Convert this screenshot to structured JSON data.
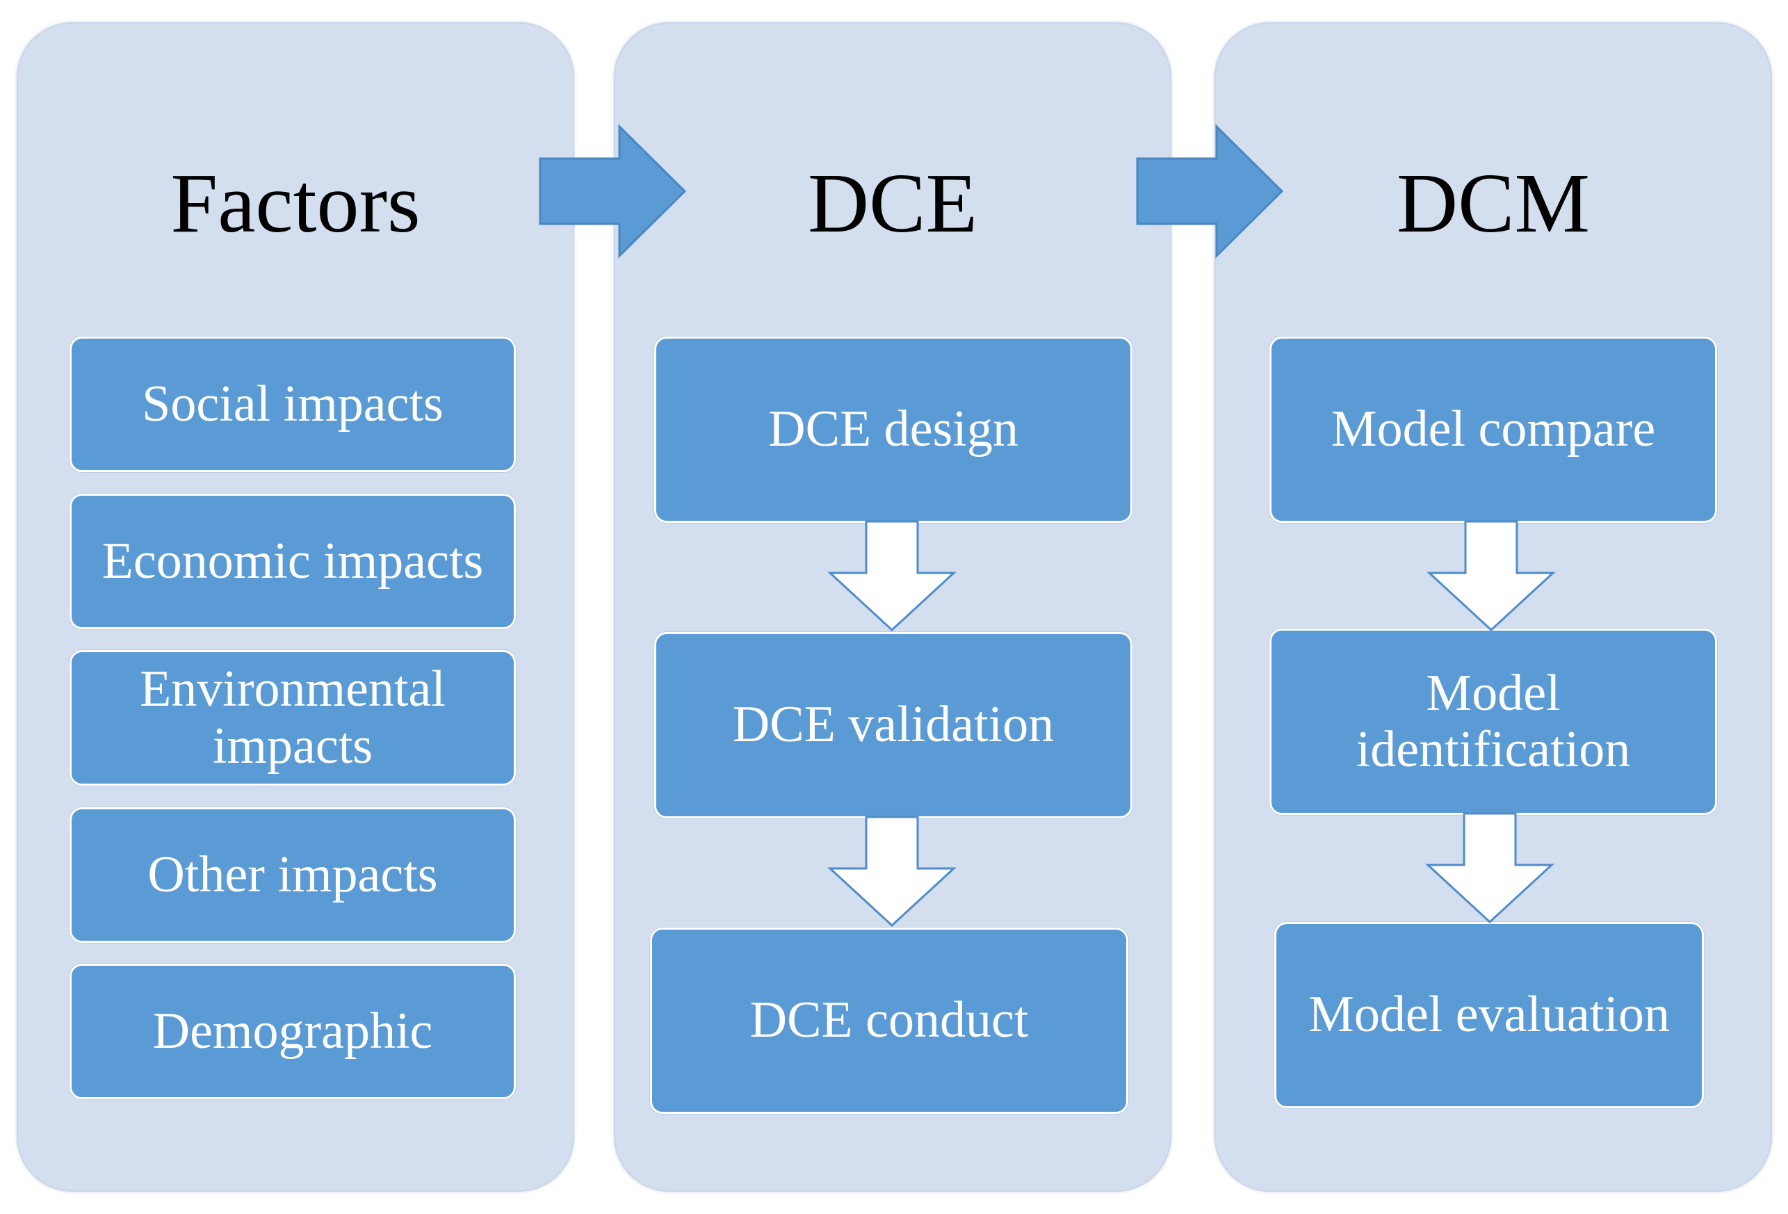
{
  "columns": [
    {
      "title": "Factors",
      "items": [
        "Social impacts",
        "Economic impacts",
        "Environmental impacts",
        "Other impacts",
        "Demographic"
      ]
    },
    {
      "title": "DCE",
      "items": [
        "DCE design",
        "DCE validation",
        "DCE conduct"
      ]
    },
    {
      "title": "DCM",
      "items": [
        "Model compare",
        "Model identification",
        "Model evaluation"
      ]
    }
  ],
  "colors": {
    "panel": "#d3deef",
    "box": "#5b9bd5",
    "arrow": "#5b9bd5",
    "down_arrow": "#ffffff"
  }
}
